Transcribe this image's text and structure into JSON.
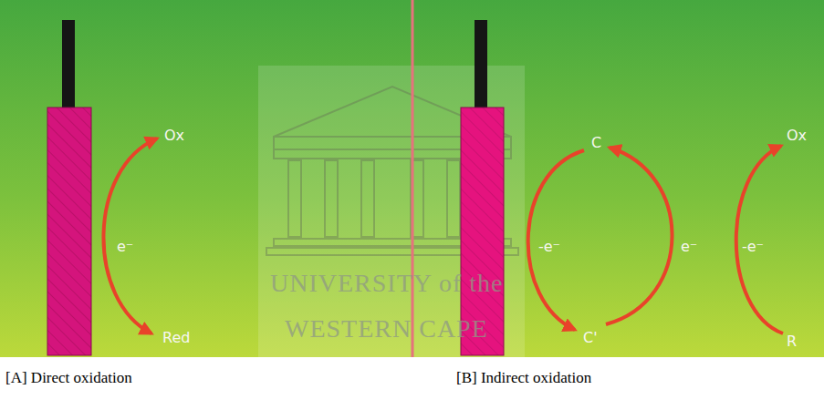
{
  "diagram": {
    "labels": [
      "Ox",
      "e⁻",
      "Red",
      "C",
      "-e⁻",
      "C'",
      "e⁻",
      "-e⁻",
      "Ox",
      "R",
      "UNIVERSITY of the",
      "WESTERN CAPE",
      "[A] Direct oxidation",
      "[B] Indirect oxidation"
    ]
  }
}
